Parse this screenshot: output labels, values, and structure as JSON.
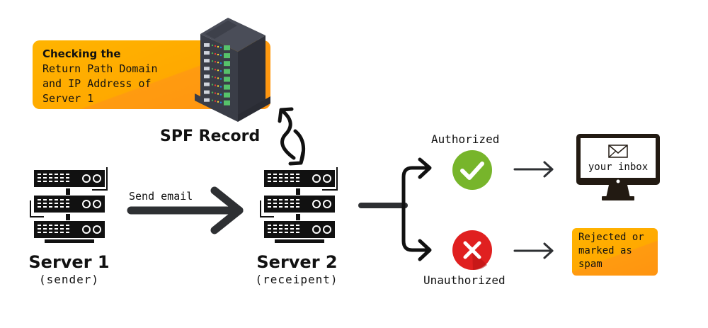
{
  "diagram": {
    "spf_check_note": {
      "line1": "Checking the",
      "line2": "Return Path Domain",
      "line3": "and IP Address of",
      "line4": "Server 1"
    },
    "spf_record_label": "SPF Record",
    "server1": {
      "title": "Server 1",
      "subtitle": "(sender)"
    },
    "server2": {
      "title": "Server 2",
      "subtitle": "(receipent)"
    },
    "send_email_label": "Send email",
    "authorized_label": "Authorized",
    "unauthorized_label": "Unauthorized",
    "inbox_label": "your inbox",
    "rejected_note": {
      "line1": "Rejected or",
      "line2": "marked as",
      "line3": "spam"
    },
    "colors": {
      "orange": "#ffa900",
      "success_green": "#77b52b",
      "error_red": "#e02020",
      "server_dark": "#3a3d47",
      "ink": "#111111"
    }
  }
}
